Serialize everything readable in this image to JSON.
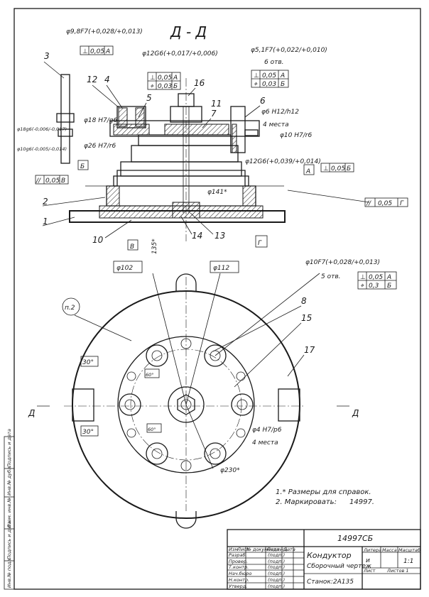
{
  "section_title": "Д - Д",
  "dims": {
    "d1": "φ9,8F7(+0,028/+0,013)",
    "d2": "φ12G6(+0,017/+0,006)",
    "d3": "φ5,1F7(+0,022/+0,010)",
    "d3_note": "6 отв.",
    "d4": "φ18 H7/g6",
    "d5": "φ26 H7/r6",
    "d6": "φ6 H12/h12",
    "d6_note": "4 места",
    "d7": "φ10 H7/r6",
    "d8": "φ12G6(+0,039/+0,014)",
    "d9": "φ141*",
    "d10": "φ18g6(-0,006/-0,017)",
    "d11": "φ10g6(-0,005/-0,014)",
    "d12": "135*",
    "d13": "φ102",
    "d14": "φ112",
    "d15": "φ10F7(+0,028/+0,013)",
    "d15_note": "5 отв.",
    "d16": "φ4 H7/p6",
    "d16_note": "4 места",
    "d17": "φ230*",
    "a1": "30°",
    "a2": "30°",
    "a3": "60°",
    "a4": "60°"
  },
  "tolerances": {
    "t1": [
      "⊥",
      "0,05",
      "A"
    ],
    "t2": [
      "⊥",
      "0,05",
      "A"
    ],
    "t3": [
      "⌖",
      "0,03",
      "Б"
    ],
    "t4": [
      "⊥",
      "0,05",
      "A"
    ],
    "t5": [
      "⌖",
      "0,03",
      "Б"
    ],
    "t6": [
      "⊥",
      "0,05",
      "Б"
    ],
    "t7": [
      "//",
      "0,05",
      "В"
    ],
    "t8": [
      "//",
      "0,05",
      "Г"
    ],
    "t9": [
      "⊥",
      "0,05",
      "A"
    ],
    "t10": [
      "⌖",
      "0,3",
      "Б"
    ]
  },
  "datums": [
    "Б",
    "А",
    "В",
    "Г"
  ],
  "callouts": [
    "1",
    "2",
    "3",
    "4",
    "5",
    "6",
    "7",
    "8",
    "10",
    "11",
    "12",
    "13",
    "14",
    "15",
    "16",
    "17"
  ],
  "note_ref": "п.2",
  "section_marks": [
    "Д",
    "Д"
  ],
  "notes": [
    "1.* Размеры для справок.",
    "2. Маркировать:",
    "14997."
  ],
  "title_block": {
    "code": "14997СБ",
    "name": "Кондуктор",
    "doc_type": "Сборочный чертеж",
    "machine": "Станок:2А135",
    "litera": "Литера",
    "massa": "Масса",
    "masshtab": "Масштаб",
    "scale": "1:1",
    "litera_val": "и",
    "list": "Лист",
    "listov": "Листов 1",
    "col_headers": [
      "Изм",
      "Лист",
      "№ документа",
      "Подпись",
      "Дата"
    ],
    "rows": [
      "Разраб.",
      "Провер.",
      "Т.контр.",
      "Нач.бюро",
      "Н.контр.",
      "Утверд."
    ],
    "signs": [
      "(подп.)",
      "(подп.)",
      "(подп.)",
      "(подп.)",
      "(подп.)",
      "(подп.)"
    ]
  },
  "side_strip": [
    "Инв.№ подл.",
    "Подпись и дата",
    "Взам. инв.№",
    "Инв.№ дубл.",
    "Подпись и дата"
  ]
}
